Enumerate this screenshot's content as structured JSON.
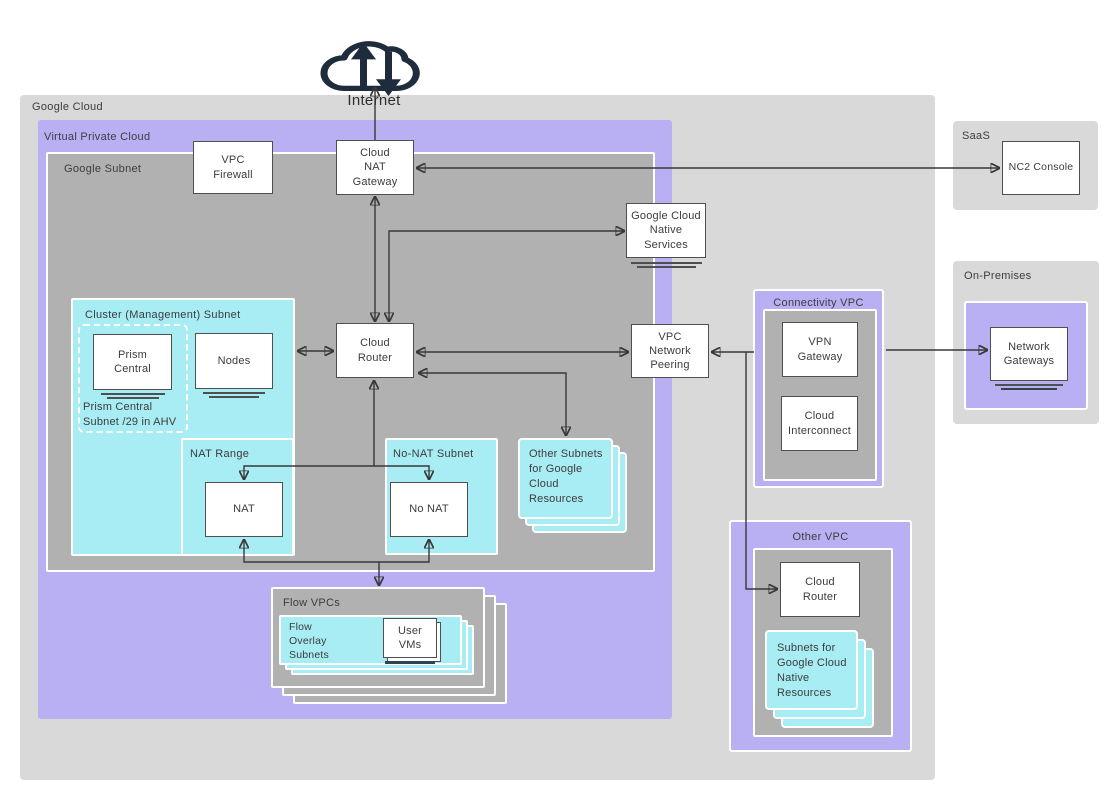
{
  "internet": {
    "label": "Internet"
  },
  "google_cloud": {
    "label": "Google Cloud",
    "vpc": {
      "label": "Virtual Private Cloud",
      "google_subnet": {
        "label": "Google Subnet",
        "vpc_firewall": "VPC Firewall",
        "cloud_nat_gateway": "Cloud NAT Gateway",
        "cloud_router": "Cloud Router",
        "google_cloud_native_services": "Google Cloud Native Services",
        "vpc_network_peering": "VPC Network Peering",
        "cluster_subnet": {
          "label": "Cluster (Management) Subnet",
          "prism_central": "Prism Central",
          "nodes": "Nodes",
          "prism_subnet_note": "Prism Central Subnet /29 in AHV"
        },
        "nat_range": {
          "label": "NAT Range",
          "nat": "NAT"
        },
        "no_nat_subnet": {
          "label": "No-NAT Subnet",
          "no_nat": "No NAT"
        },
        "other_subnets": "Other Subnets for Google Cloud Resources"
      },
      "flow_vpcs": {
        "label": "Flow VPCs",
        "flow_overlay_subnets": "Flow Overlay Subnets",
        "user_vms": "User VMs"
      }
    }
  },
  "connectivity_vpc": {
    "label": "Connectivity VPC",
    "vpn_gateway": "VPN Gateway",
    "cloud_interconnect": "Cloud Interconnect"
  },
  "other_vpc": {
    "label": "Other VPC",
    "cloud_router": "Cloud Router",
    "subnets": "Subnets for Google Cloud Native Resources"
  },
  "saas": {
    "label": "SaaS",
    "nc2_console": "NC2 Console"
  },
  "on_premises": {
    "label": "On-Premises",
    "network_gateways": "Network Gateways"
  },
  "colors": {
    "outer_gray": "#d9d9d9",
    "inner_gray": "#b1b1b1",
    "purple": "#b9b0f4",
    "cyan": "#a8ecf4",
    "line": "#383838",
    "cloud_icon": "#1f2c3e"
  }
}
